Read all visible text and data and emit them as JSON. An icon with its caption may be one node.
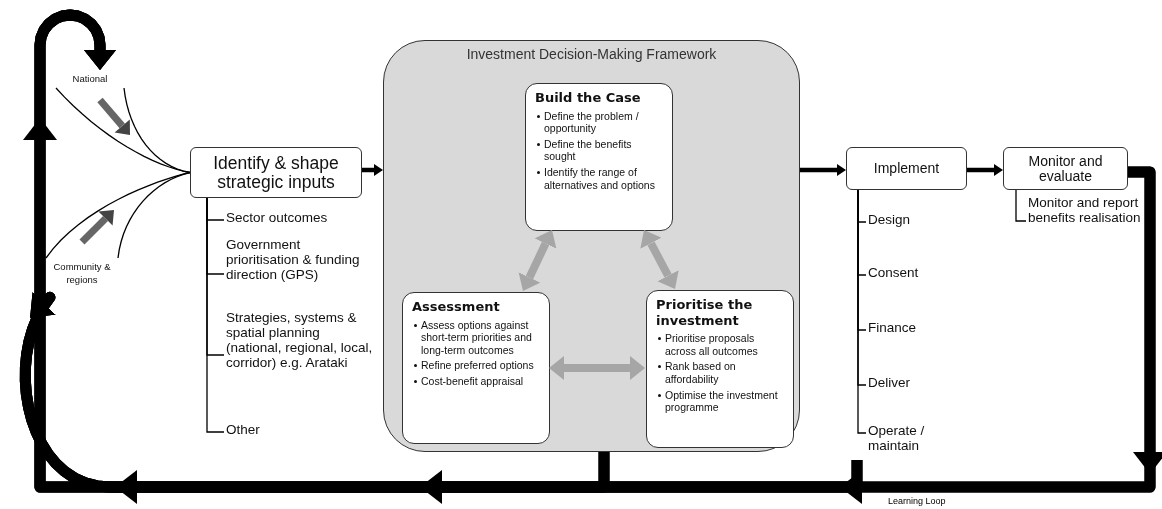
{
  "diagram": {
    "nodes": [
      {
        "text": [
          "National"
        ]
      },
      {
        "text": [
          "Community & regions"
        ]
      },
      {
        "text": [
          "Identify & shape strategic inputs"
        ]
      },
      {
        "text": [
          "Sector outcomes"
        ]
      },
      {
        "text": [
          "Government prioritisation & funding direction (GPS)"
        ]
      },
      {
        "text": [
          "Strategies, systems & spatial planning (national, regional, local, corridor) e.g. Arataki"
        ]
      },
      {
        "text": [
          "Other"
        ]
      },
      {
        "text": [
          "Investment Decision-Making Framework"
        ]
      },
      {
        "text": [
          "Build the Case",
          "Define the problem / opportunity",
          "Define the benefits sought",
          "Identify the range of alternatives and options"
        ],
        "in": 7
      },
      {
        "text": [
          "Assessment",
          "Assess options against short-term priorities and long-term outcomes",
          "Refine preferred options",
          "Cost-benefit appraisal"
        ],
        "in": 7
      },
      {
        "text": [
          "Prioritise the investment",
          "Prioritise proposals across all outcomes",
          "Rank based on affordability",
          "Optimise the investment programme"
        ],
        "in": 7
      },
      {
        "text": [
          "Implement"
        ]
      },
      {
        "text": [
          "Design"
        ]
      },
      {
        "text": [
          "Consent"
        ]
      },
      {
        "text": [
          "Finance"
        ]
      },
      {
        "text": [
          "Deliver"
        ]
      },
      {
        "text": [
          "Operate / maintain"
        ]
      },
      {
        "text": [
          "Monitor and evaluate"
        ]
      },
      {
        "text": [
          "Monitor and report benefits realisation"
        ]
      }
    ],
    "edges": [
      {
        "from": 0,
        "to": 2,
        "arrow": "none"
      },
      {
        "from": 0,
        "to": 2,
        "arrow": "none"
      },
      {
        "from": 1,
        "to": 2,
        "arrow": "none"
      },
      {
        "from": 1,
        "to": 2,
        "arrow": "none"
      },
      {
        "from": 2,
        "to": 7,
        "arrow": "to",
        "style": "thick"
      },
      {
        "from": 7,
        "to": 11,
        "arrow": "to",
        "style": "thick"
      },
      {
        "from": 11,
        "to": 17,
        "arrow": "to",
        "style": "thick"
      },
      {
        "from": 8,
        "to": 9,
        "arrow": "both",
        "style": "thick",
        "color": "#a6a6a6"
      },
      {
        "from": 8,
        "to": 10,
        "arrow": "both",
        "style": "thick",
        "color": "#a6a6a6"
      },
      {
        "from": 9,
        "to": 10,
        "arrow": "both",
        "style": "thick",
        "color": "#a6a6a6"
      },
      {
        "from": 2,
        "to": 3,
        "arrow": "none"
      },
      {
        "from": 2,
        "to": 4,
        "arrow": "none"
      },
      {
        "from": 2,
        "to": 5,
        "arrow": "none"
      },
      {
        "from": 2,
        "to": 6,
        "arrow": "none"
      },
      {
        "from": 11,
        "to": 12,
        "arrow": "none"
      },
      {
        "from": 11,
        "to": 13,
        "arrow": "none"
      },
      {
        "from": 11,
        "to": 14,
        "arrow": "none"
      },
      {
        "from": 11,
        "to": 15,
        "arrow": "none"
      },
      {
        "from": 11,
        "to": 16,
        "arrow": "none"
      },
      {
        "from": 17,
        "to": 18,
        "arrow": "none"
      },
      {
        "from": 17,
        "to": 0,
        "arrow": "to",
        "style": "thick",
        "label": "Learning Loop"
      },
      {
        "from": 17,
        "to": 1,
        "arrow": "to",
        "style": "thick"
      },
      {
        "from": 7,
        "to": 0,
        "arrow": "to",
        "style": "thick"
      },
      {
        "from": 7,
        "to": 1,
        "arrow": "to",
        "style": "thick"
      },
      {
        "from": 16,
        "to": 0,
        "arrow": "to",
        "style": "thick"
      },
      {
        "from": 16,
        "to": 1,
        "arrow": "to",
        "style": "thick"
      }
    ]
  }
}
